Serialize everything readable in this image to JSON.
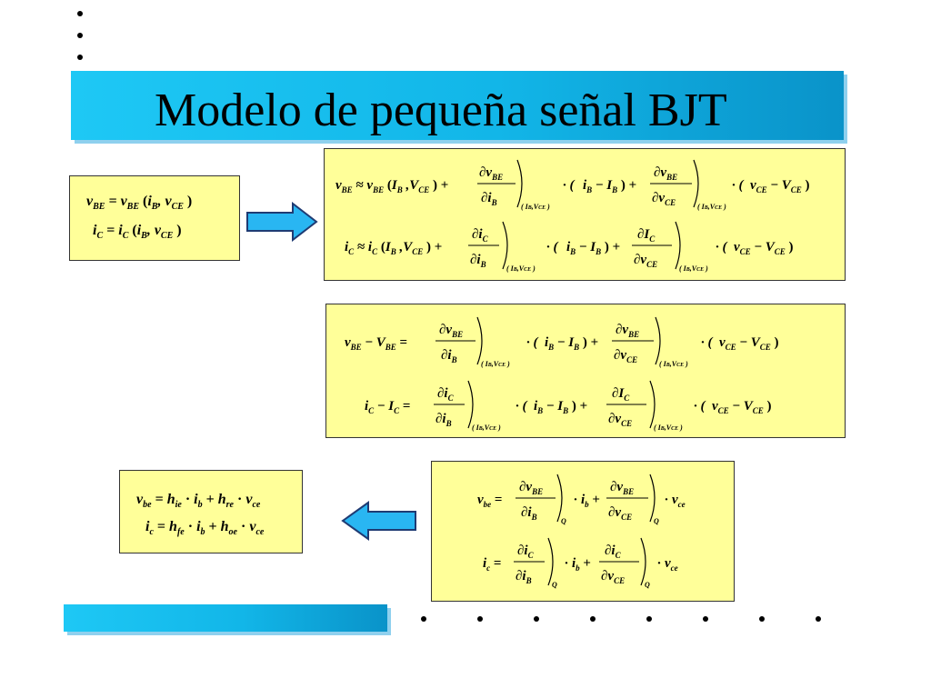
{
  "slide": {
    "title": "Modelo de pequeña señal BJT"
  },
  "equations": {
    "box1": {
      "eq1": "vBE = vBE(iB, vCE)",
      "eq2": "iC = iC(iB, vCE)"
    },
    "box2": {
      "eq1": "vBE ≈ vBE(IB, VCE) + (∂vBE/∂iB)|(IB,VCE) · (iB − IB) + (∂vBE/∂vCE)|(IB,VCE) · (vCE − VCE)",
      "eq2": "iC ≈ iC(IB, VCE) + (∂iC/∂iB)|(IB,VCE) · (iB − IB) + (∂IC/∂vCE)|(IB,VCE) · (vCE − VCE)"
    },
    "box3": {
      "eq1": "vBE − VBE = (∂vBE/∂iB)|(IB,VCE) · (iB − IB) + (∂vBE/∂vCE)|(IB,VCE) · (vCE − VCE)",
      "eq2": "iC − IC = (∂iC/∂iB)|(IB,VCE) · (iB − IB) + (∂IC/∂vCE)|(IB,VCE) · (vCE − VCE)"
    },
    "box4": {
      "eq1": "vbe = (∂vBE/∂iB)|Q · ib + (∂vBE/∂vCE)|Q · vce",
      "eq2": "ic = (∂iC/∂iB)|Q · ib + (∂iC/∂vCE)|Q · vce"
    },
    "box5": {
      "eq1": "vbe = hie · ib + hre · vce",
      "eq2": "ic = hfe · ib + hoe · vce"
    }
  },
  "colors": {
    "band_start": "#1ec8f5",
    "band_end": "#0a93c9",
    "box_fill": "#ffff99",
    "arrow_fill": "#29b6f2"
  },
  "icons": {
    "arrow1": "right-arrow-icon",
    "arrow2": "left-arrow-icon"
  }
}
